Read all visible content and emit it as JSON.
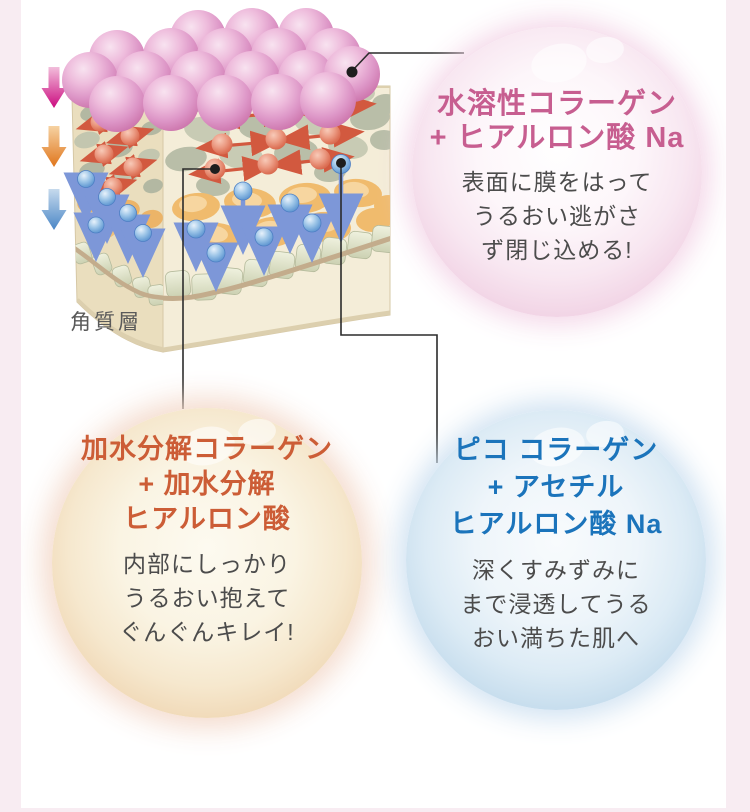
{
  "diagram": {
    "stratum_label": "角質層",
    "arrows": [
      {
        "name": "surface-penetration-arrow",
        "color": "#cb0b7f"
      },
      {
        "name": "mid-penetration-arrow",
        "color": "#e0751b"
      },
      {
        "name": "deep-penetration-arrow",
        "color": "#4a86c6"
      }
    ],
    "legend": {
      "pink_spheres": "water-soluble collagen film on skin surface",
      "red_spheres": "hydrolyzed collagen inside stratum corneum",
      "blue_droplets": "pico collagen penetrating deep"
    }
  },
  "bubbles": {
    "pink": {
      "title_line1": "水溶性コラーゲン",
      "title_line2": "+ ヒアルロン酸 Na",
      "body_line1": "表面に膜をはって",
      "body_line2": "うるおい逃がさ",
      "body_line3": "ず閉じ込める!",
      "title_color": "#c75e90"
    },
    "orange": {
      "title_line1": "加水分解コラーゲン",
      "title_line2": "+ 加水分解",
      "title_line3": "ヒアルロン酸",
      "body_line1": "内部にしっかり",
      "body_line2": "うるおい抱えて",
      "body_line3": "ぐんぐんキレイ!",
      "title_color": "#cc5d36"
    },
    "blue": {
      "title_line1": "ピコ コラーゲン",
      "title_line2": "+ アセチル",
      "title_line3": "ヒアルロン酸 Na",
      "body_line1": "深くすみずみに",
      "body_line2": "まで浸透してうる",
      "body_line3": "おい満ちた肌へ",
      "title_color": "#1b74bb"
    }
  },
  "colors": {
    "frame_border": "#f8ecf2",
    "background": "#ffffff",
    "connector_line": "#2b2b2b"
  }
}
